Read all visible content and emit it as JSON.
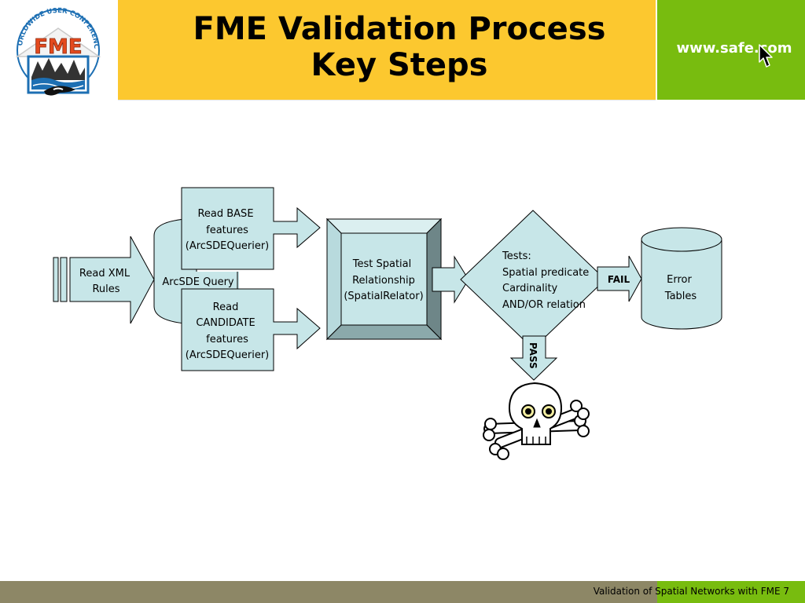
{
  "header": {
    "title_line1": "FME Validation Process",
    "title_line2": "Key Steps",
    "url": "www.safe.com",
    "logo": {
      "arc_text": "WORLDWIDE USER CONFERENCE",
      "letters": "FME"
    }
  },
  "diagram": {
    "read_xml": [
      "Read XML",
      "Rules"
    ],
    "arcsde_query": "ArcSDE Query",
    "read_base": [
      "Read BASE",
      "features",
      "(ArcSDEQuerier)"
    ],
    "read_candidate": [
      "Read",
      "CANDIDATE",
      "features",
      "(ArcSDEQuerier)"
    ],
    "test_spatial": [
      "Test Spatial",
      "Relationship",
      "(SpatialRelator)"
    ],
    "tests": [
      "Tests:",
      "Spatial predicate",
      "Cardinality",
      "AND/OR relation"
    ],
    "fail_label": "FAIL",
    "pass_label": "PASS",
    "error_tables": [
      "Error",
      "Tables"
    ]
  },
  "footer": {
    "text": "Validation of Spatial Networks with FME 7"
  },
  "colors": {
    "title_panel": "#fcc82f",
    "green_panel": "#78bc0f",
    "footer_bar": "#8d8766",
    "shape_fill": "#c7e6e8",
    "bevel_light": "#dbeff0",
    "bevel_dark": "#6e8688"
  }
}
